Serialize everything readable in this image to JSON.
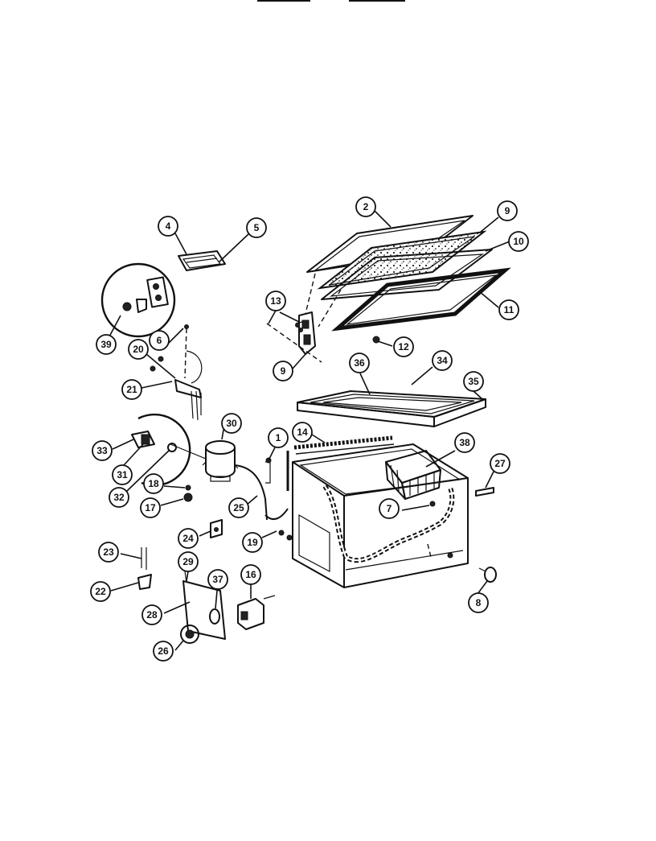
{
  "diagram": {
    "callouts": [
      {
        "id": "c2",
        "label": "2"
      },
      {
        "id": "c9a",
        "label": "9"
      },
      {
        "id": "c10",
        "label": "10"
      },
      {
        "id": "c11",
        "label": "11"
      },
      {
        "id": "c12",
        "label": "12"
      },
      {
        "id": "c13",
        "label": "13"
      },
      {
        "id": "c9b",
        "label": "9"
      },
      {
        "id": "c4",
        "label": "4"
      },
      {
        "id": "c5",
        "label": "5"
      },
      {
        "id": "c39",
        "label": "39"
      },
      {
        "id": "c6",
        "label": "6"
      },
      {
        "id": "c20",
        "label": "20"
      },
      {
        "id": "c21",
        "label": "21"
      },
      {
        "id": "c36",
        "label": "36"
      },
      {
        "id": "c34",
        "label": "34"
      },
      {
        "id": "c35",
        "label": "35"
      },
      {
        "id": "c30",
        "label": "30"
      },
      {
        "id": "c1",
        "label": "1"
      },
      {
        "id": "c14",
        "label": "14"
      },
      {
        "id": "c38",
        "label": "38"
      },
      {
        "id": "c27",
        "label": "27"
      },
      {
        "id": "c33",
        "label": "33"
      },
      {
        "id": "c31",
        "label": "31"
      },
      {
        "id": "c32",
        "label": "32"
      },
      {
        "id": "c18",
        "label": "18"
      },
      {
        "id": "c17",
        "label": "17"
      },
      {
        "id": "c25",
        "label": "25"
      },
      {
        "id": "c19",
        "label": "19"
      },
      {
        "id": "c7",
        "label": "7"
      },
      {
        "id": "c24",
        "label": "24"
      },
      {
        "id": "c23",
        "label": "23"
      },
      {
        "id": "c29",
        "label": "29"
      },
      {
        "id": "c37",
        "label": "37"
      },
      {
        "id": "c15",
        "label": "16"
      },
      {
        "id": "c22",
        "label": "22"
      },
      {
        "id": "c28",
        "label": "28"
      },
      {
        "id": "c26",
        "label": "26"
      },
      {
        "id": "c8",
        "label": "8"
      }
    ]
  }
}
